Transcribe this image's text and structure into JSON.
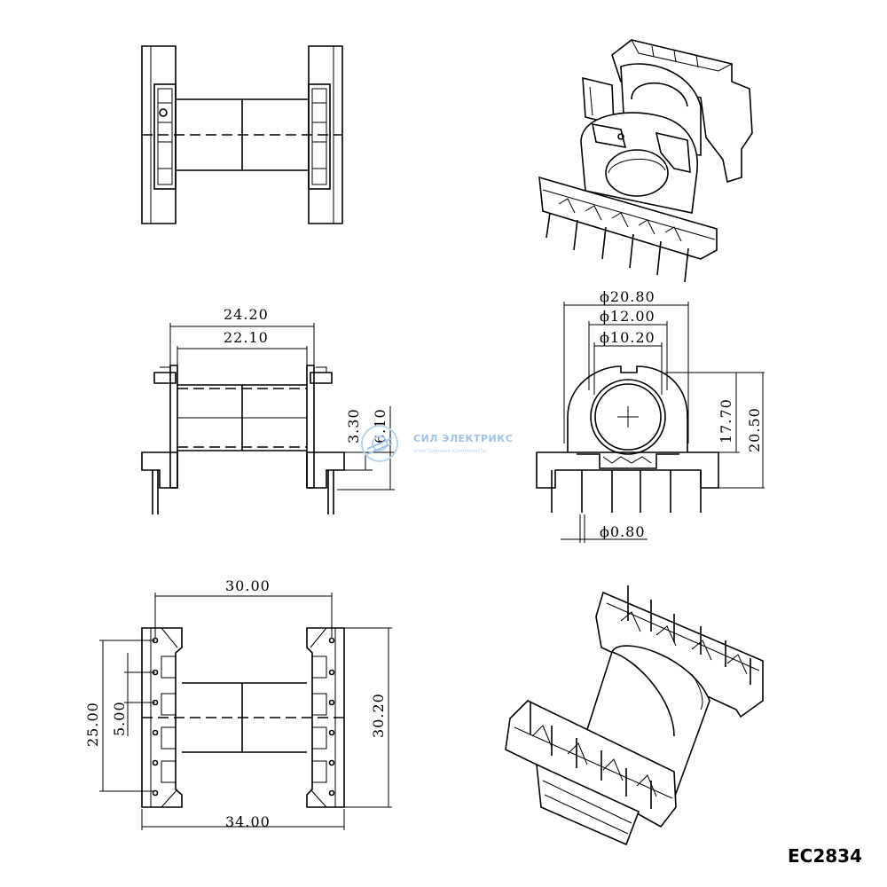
{
  "part_code": "EC2834",
  "watermark": {
    "name": "СИЛ ЭЛЕКТРИКС",
    "tagline": "электронные компоненты"
  },
  "side_view": {
    "dim_flange_outer": "24.20",
    "dim_flange_inner": "22.10",
    "dim_pin_offset": "3.30",
    "dim_pin_height": "6.10"
  },
  "front_view": {
    "dim_outer_diameter": "ϕ20.80",
    "dim_winding_diameter": "ϕ12.00",
    "dim_bore_diameter": "ϕ10.20",
    "dim_center_height": "17.70",
    "dim_total_height": "20.50",
    "dim_pin_diameter": "ϕ0.80"
  },
  "bottom_view": {
    "dim_pin_row_span": "30.00",
    "dim_base_width": "34.00",
    "dim_base_depth": "30.20",
    "dim_pin_spacing_total": "25.00",
    "dim_pin_pitch": "5.00"
  }
}
